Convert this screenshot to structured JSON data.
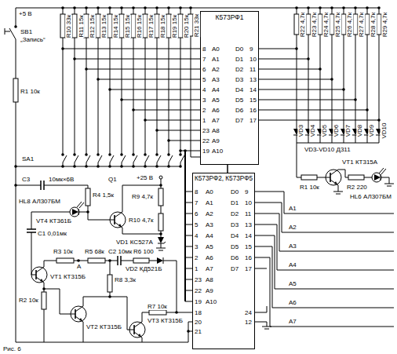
{
  "diagram": {
    "nodes": [
      {
        "text": [
          "К573РФ1"
        ]
      },
      {
        "text": [
          "К573РФ2, К573РФ5"
        ]
      }
    ],
    "edges": [
      {
        "from": 0,
        "to": 1,
        "arrow": "none"
      }
    ],
    "labels": [
      "R10 33к",
      "R11 15к",
      "R12 15к",
      "R13 15к",
      "R14 15к",
      "R15 15к",
      "R16 15к",
      "R17 15к",
      "R18 15к",
      "R19 15к",
      "R20 15к",
      "R21 33к",
      "R22 4,7к",
      "R23 4,7к",
      "R24 4,7к",
      "R25 4,7к",
      "R26 4,7к",
      "R27 4,7к",
      "R28 4,7к",
      "R29 4,7к",
      "8",
      "7",
      "6",
      "5",
      "4",
      "3",
      "2",
      "1",
      "23",
      "22",
      "19",
      "A0",
      "A1",
      "A2",
      "A3",
      "A4",
      "A5",
      "A6",
      "A7",
      "A8",
      "A9",
      "A10",
      "9",
      "10",
      "11",
      "13",
      "14",
      "15",
      "16",
      "17",
      "D0",
      "D1",
      "D2",
      "D3",
      "D4",
      "D5",
      "D6",
      "D7",
      "8",
      "7",
      "6",
      "5",
      "4",
      "3",
      "2",
      "1",
      "23",
      "22",
      "19",
      "A0",
      "A1",
      "A2",
      "A3",
      "A4",
      "A5",
      "A6",
      "A7",
      "A8",
      "A9",
      "A10",
      "9",
      "10",
      "11",
      "13",
      "14",
      "15",
      "16",
      "17",
      "D0",
      "D1",
      "D2",
      "D3",
      "D4",
      "D5",
      "D6",
      "D7",
      "18",
      "20",
      "21",
      "24",
      "12",
      "VD3",
      "VD4",
      "VD5",
      "VD6",
      "VD7",
      "VD8",
      "VD9",
      "VD10",
      "VD3-VD10 Д311",
      "VT1 КТ315А",
      "R1 10к",
      "R2 220",
      "HL6 АЛ307БМ",
      "A1",
      "A2",
      "A3",
      "A4",
      "A5",
      "A6",
      "A7",
      "+5 В",
      "SB1",
      "„Запись“",
      "R1 10к",
      "SA1",
      "C3",
      "10мк×6В",
      "HL8 АЛ307БМ",
      "VT4 КТ361Б",
      "C1 0,01мк",
      "R4 1,5к",
      "Q1",
      "+25 В",
      "R9 4,7к",
      "R10 4,7к",
      "VD1 КС527А",
      "R3 10к",
      "R5 68к",
      "C2 10мк",
      "R6 100",
      "VD2 КД521Б",
      "A",
      "VT1 КТ315Б",
      "R2 10к",
      "R8 3,3к",
      "VT2 КТ315Б",
      "R7 10к",
      "VT3 КТ315Б",
      "Рис. 6"
    ]
  }
}
